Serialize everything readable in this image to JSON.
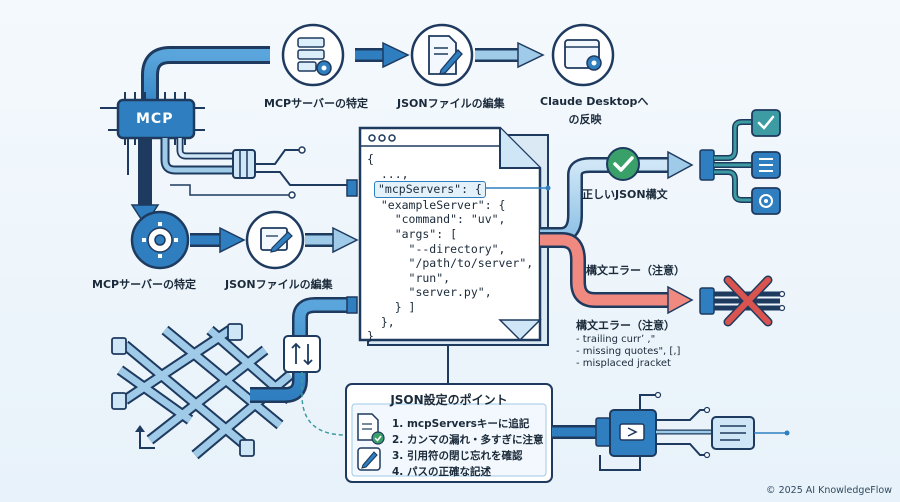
{
  "top_flow": {
    "step1": "MCPサーバーの特定",
    "step2": "JSONファイルの編集",
    "step3_line1": "Claude Desktopへ",
    "step3_line2": "の反映"
  },
  "chip_label": "MCP",
  "mid_flow": {
    "step1": "MCPサーバーの特定",
    "step2": "JSONファイルの編集"
  },
  "code_lines": [
    "{",
    "  ...,",
    "\"mcpServers\": {",
    "  \"exampleServer\": {",
    "    \"command\": \"uv\",",
    "    \"args\": [",
    "      \"--directory\",",
    "      \"/path/to/server\",",
    "      \"run\",",
    "      \"server.py\",",
    "    } ]",
    "  },",
    "}"
  ],
  "valid_label": "正しいJSON構文",
  "error_label": "構文エラー（注意）",
  "error_note": {
    "title": "構文エラー（注意）",
    "items": [
      "- trailing currʼ ,\"",
      "- missing quotes\", [,]",
      "- misplaced jracket"
    ]
  },
  "tips": {
    "title": "JSON設定のポイント",
    "items": [
      "1. mcpServersキーに追記",
      "2. カンマの漏れ・多すぎに注意",
      "3. 引用符の閉じ忘れを確認",
      "4. パスの正確な記述"
    ]
  },
  "copyright": "© 2025 AI KnowledgeFlow",
  "colors": {
    "navy": "#1e3a5f",
    "blue": "#2f7fc0",
    "light_blue": "#9fcbe9",
    "green": "#3aa06a",
    "teal": "#3d9ca3",
    "red": "#d9534f",
    "error_pink": "#f08a80"
  }
}
